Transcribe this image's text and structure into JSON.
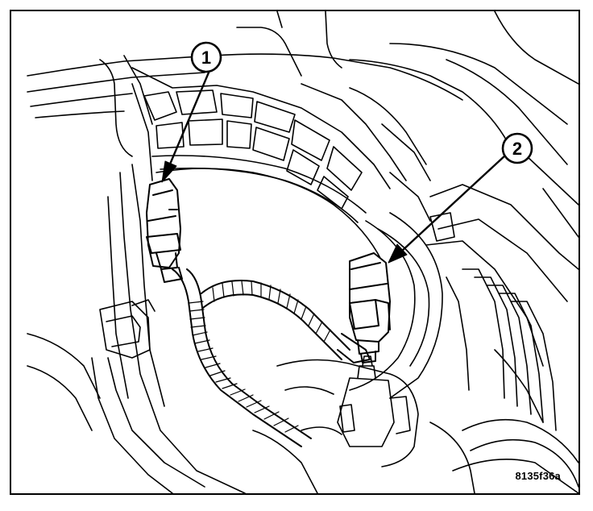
{
  "figure": {
    "code": "8135f36a",
    "line_color": "#000000",
    "background_color": "#ffffff"
  },
  "callouts": [
    {
      "label": "1"
    },
    {
      "label": "2"
    }
  ]
}
